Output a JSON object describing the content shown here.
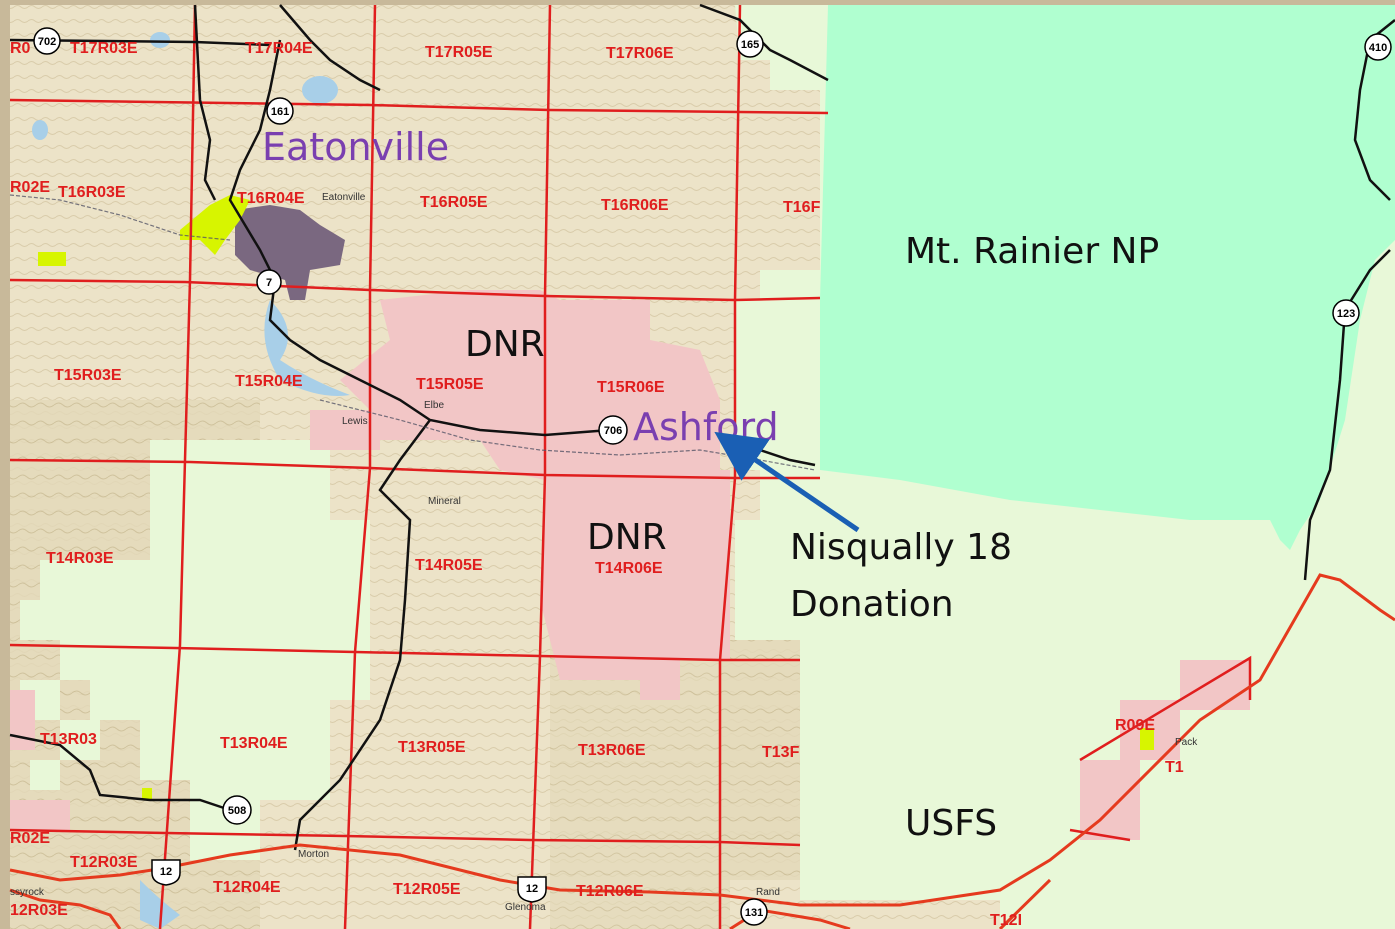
{
  "colors": {
    "frame": "#c8b99a",
    "terrain": "#ece3c8",
    "park": "#b0ffd0",
    "usfs": "#e8f8d8",
    "dnr": "#f2c6c6",
    "grid": "#e01e1e",
    "arrow": "#1a5fb4",
    "city": "#7a3fb0"
  },
  "townships": [
    "R0",
    "T17R03E",
    "T17R04E",
    "T17R05E",
    "T17R06E",
    "R02E",
    "T16R03E",
    "T16R04E",
    "T16R05E",
    "T16R06E",
    "T16F",
    "T15R03E",
    "T15R04E",
    "T15R05E",
    "T15R06E",
    "T14R03E",
    "T14R05E",
    "T14R06E",
    "T13R03",
    "T13R04E",
    "T13R05E",
    "T13R06E",
    "T13F",
    "R02E",
    "T12R03E",
    "T12R04E",
    "T12R05E",
    "T12R06E",
    "12R03E",
    "R09E",
    "T1",
    "T12I"
  ],
  "areas": {
    "park": "Mt. Rainier NP",
    "dnr_north": "DNR",
    "dnr_south": "DNR",
    "usfs": "USFS"
  },
  "places": {
    "eatonville": "Eatonville",
    "ashford": "Ashford"
  },
  "annotation": {
    "line1": "Nisqually 18",
    "line2": "Donation"
  },
  "small_labels": [
    "Eatonville",
    "Elbe",
    "Mineral",
    "Morton",
    "Glenoma",
    "ssyrock",
    "Pack",
    "Rand",
    "Lewis"
  ],
  "highways": [
    "702",
    "165",
    "410",
    "161",
    "7",
    "123",
    "706",
    "508",
    "12",
    "12",
    "131"
  ]
}
